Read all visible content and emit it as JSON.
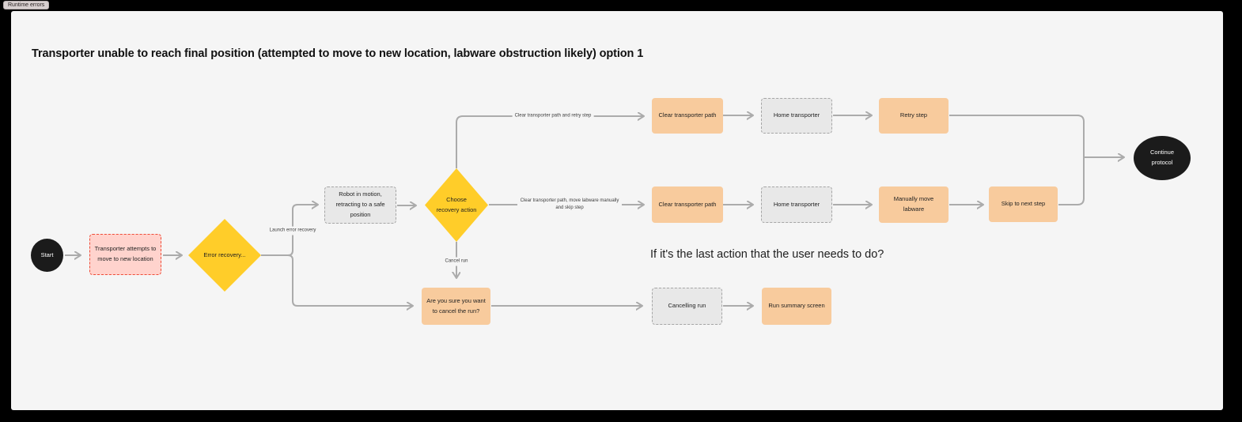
{
  "app": {
    "section_label": "Runtime errors"
  },
  "title": "Transporter unable to reach final position (attempted to move to new location, labware obstruction likely) option 1",
  "annotation": "If it's the last action that the user needs to do?",
  "nodes": {
    "start": "Start",
    "transporter_attempts": "Transporter attempts to move to new location",
    "error_recovery": "Error recovery...",
    "robot_in_motion": "Robot in motion, retracting to a safe position",
    "choose_recovery": "Choose recovery action",
    "clear_path_top": "Clear transporter path",
    "home_transporter_top": "Home transporter",
    "retry_step": "Retry step",
    "clear_path_mid": "Clear transporter path",
    "home_transporter_mid": "Home transporter",
    "manually_move_labware": "Manually move labware",
    "skip_to_next_step": "Skip to next step",
    "continue_protocol": "Continue protocol",
    "cancel_confirm": "Are you sure you want to cancel the run?",
    "cancelling_run": "Cancelling run",
    "run_summary_screen": "Run summary screen"
  },
  "edge_labels": {
    "launch_error_recovery": "Launch error recovery",
    "clear_and_retry": "Clear transporter path and retry step",
    "clear_move_and_skip": "Clear transporter path, move labware manually and skip step",
    "cancel_run": "Cancel run"
  },
  "colors": {
    "canvas_bg": "#F5F5F5",
    "frame_bg": "#000000",
    "sticky_orange": "#F8CB9D",
    "decision_yellow": "#FFCD29",
    "alert_pink_fill": "#FFD3CD",
    "alert_pink_border": "#EE4C38",
    "system_gray_fill": "#E8E8E8",
    "system_gray_border": "#A5A5A5",
    "terminal_black": "#1B1B1B",
    "connector_gray": "#ABABAB"
  }
}
